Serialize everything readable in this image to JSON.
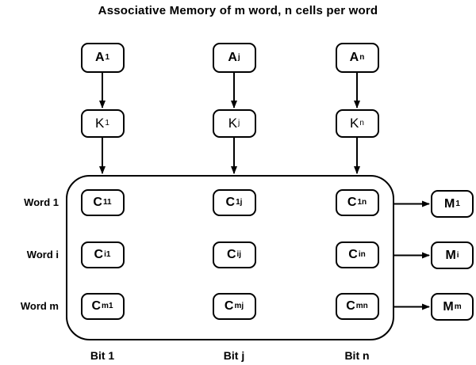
{
  "title": "Associative Memory of m word, n cells per word",
  "colors": {
    "line": "#000000",
    "box_fill": "#ffffff",
    "background": "#ffffff"
  },
  "nodes": {
    "a_row": [
      {
        "base": "A",
        "sub": "1"
      },
      {
        "base": "A",
        "sub": "j"
      },
      {
        "base": "A",
        "sub": "n"
      }
    ],
    "k_row": [
      {
        "base": "K",
        "sub": "1"
      },
      {
        "base": "K",
        "sub": "j"
      },
      {
        "base": "K",
        "sub": "n"
      }
    ],
    "c_grid": [
      [
        {
          "base": "C",
          "sub": "11"
        },
        {
          "base": "C",
          "sub": "1j"
        },
        {
          "base": "C",
          "sub": "1n"
        }
      ],
      [
        {
          "base": "C",
          "sub": "i1"
        },
        {
          "base": "C",
          "sub": "ij"
        },
        {
          "base": "C",
          "sub": "in"
        }
      ],
      [
        {
          "base": "C",
          "sub": "m1"
        },
        {
          "base": "C",
          "sub": "mj"
        },
        {
          "base": "C",
          "sub": "mn"
        }
      ]
    ],
    "m_col": [
      {
        "base": "M",
        "sub": "1"
      },
      {
        "base": "M",
        "sub": "i"
      },
      {
        "base": "M",
        "sub": "m"
      }
    ]
  },
  "row_labels": [
    "Word 1",
    "Word i",
    "Word m"
  ],
  "col_labels": [
    "Bit 1",
    "Bit j",
    "Bit n"
  ]
}
